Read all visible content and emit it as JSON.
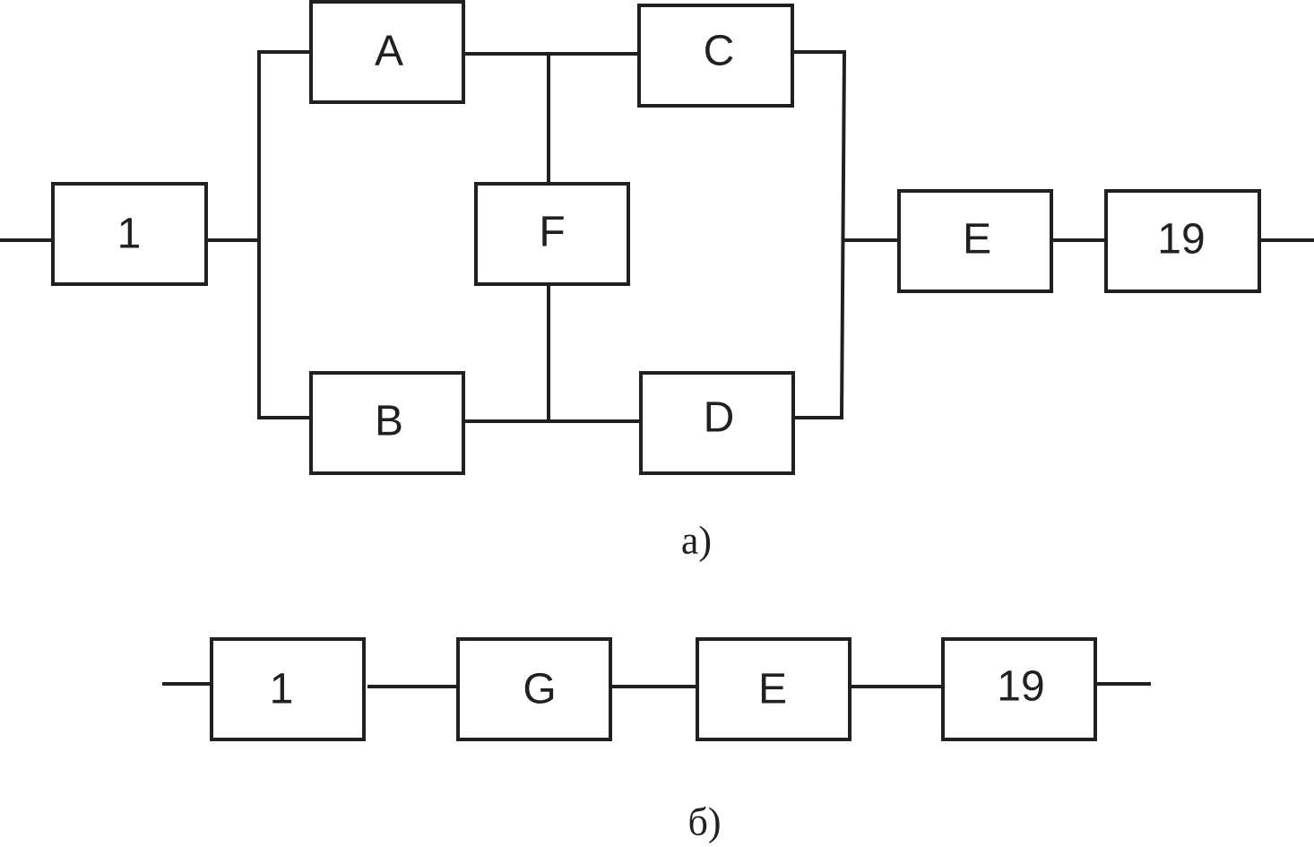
{
  "diagram_a": {
    "caption": "а)",
    "blocks": {
      "b1": "1",
      "A": "A",
      "B": "B",
      "C": "C",
      "D": "D",
      "F": "F",
      "E": "E",
      "b19": "19"
    }
  },
  "diagram_b": {
    "caption": "б)",
    "blocks": {
      "b1": "1",
      "G": "G",
      "E": "E",
      "b19": "19"
    }
  },
  "colors": {
    "line": "#231f20",
    "background": "#ffffff"
  }
}
